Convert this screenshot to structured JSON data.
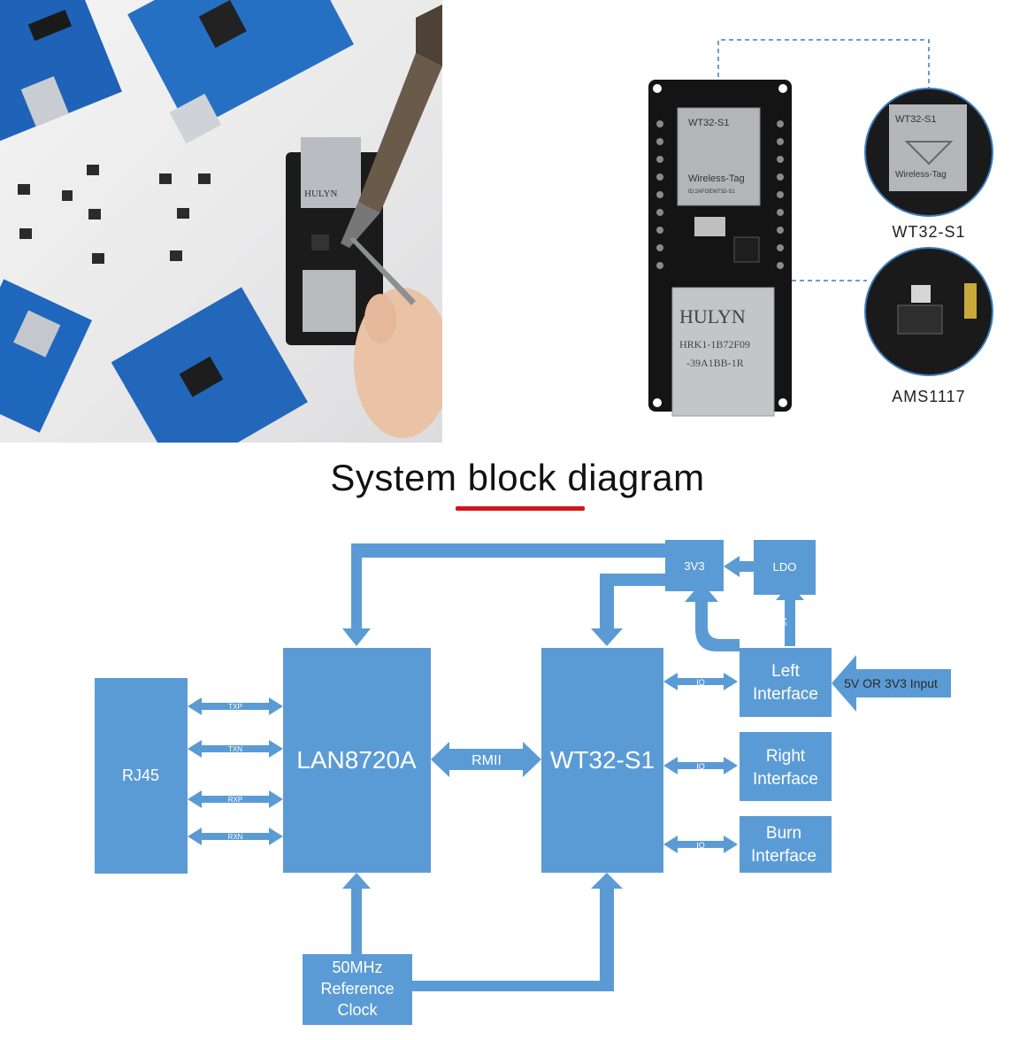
{
  "product_photo_callouts": {
    "module_label": "WT32-S1",
    "regulator_label": "AMS1117",
    "board_marking": "HULYN",
    "jack_part_number_line1": "HRK1-1B72F09",
    "jack_part_number_line2": "-39A1BB-1R",
    "module_print_1": "WT32-S1",
    "module_print_2": "Wireless-Tag",
    "module_print_3": "ID:2AFOEWT32-S1"
  },
  "heading": {
    "title": "System block diagram"
  },
  "block_diagram": {
    "colors": {
      "block_fill": "#5b9bd5",
      "arrow_fill": "#5b9bd5",
      "block_text": "#ffffff",
      "arrow_label": "#ffffff",
      "input_label": "#2a2a2a"
    },
    "blocks": {
      "rj45": "RJ45",
      "lan8720a": "LAN8720A",
      "wt32_s1": "WT32-S1",
      "reg_3v3": "3V3",
      "ldo": "LDO",
      "left_interface_1": "Left",
      "left_interface_2": "Interface",
      "right_interface_1": "Right",
      "right_interface_2": "Interface",
      "burn_interface_1": "Burn",
      "burn_interface_2": "Interface",
      "ref_clock_1": "50MHz",
      "ref_clock_2": "Reference",
      "ref_clock_3": "Clock"
    },
    "signals": {
      "txp": "TXP",
      "txn": "TXN",
      "rxp": "RXP",
      "rxn": "RXN",
      "rmii": "RMII",
      "io_left": "IO",
      "io_right": "IO",
      "io_burn": "IO",
      "v3v3": "3V3",
      "v5": "5V",
      "power_input": "5V OR 3V3 Input"
    }
  }
}
